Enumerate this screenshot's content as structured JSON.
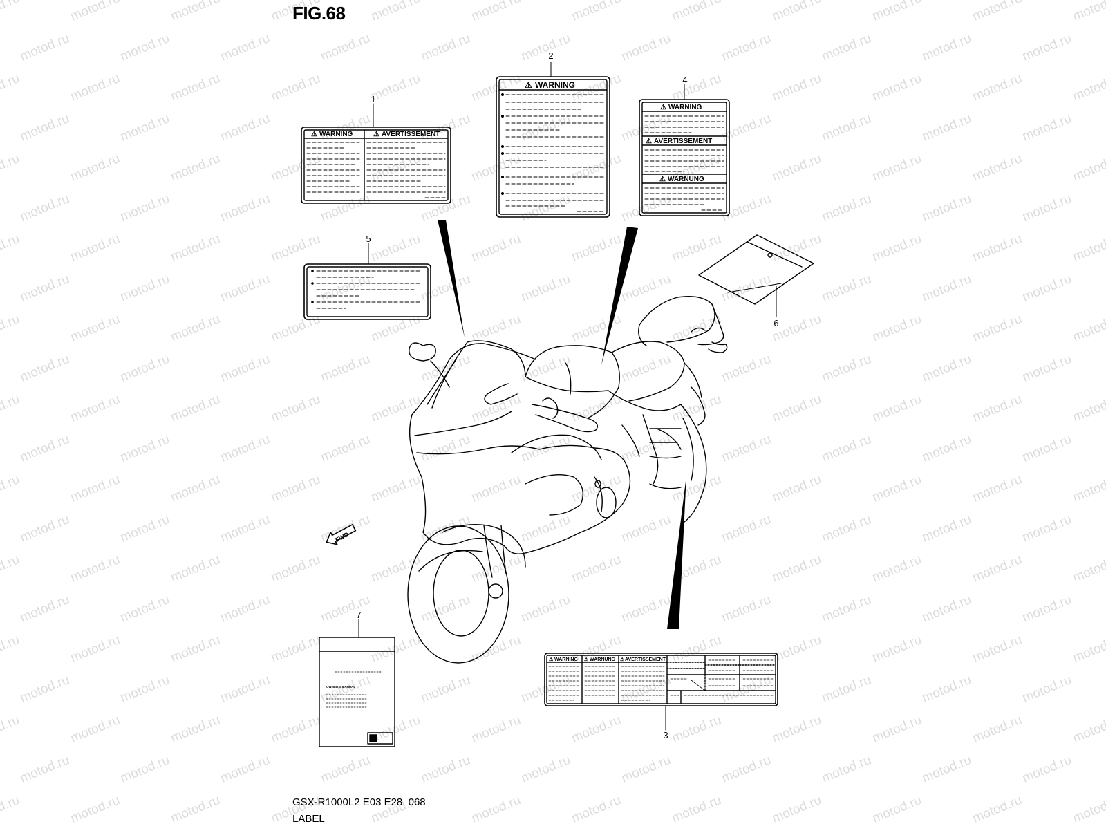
{
  "figure": {
    "title": "FIG.68",
    "code": "GSX-R1000L2 E03 E28_068",
    "name": "LABEL"
  },
  "watermark": {
    "text": "motod.ru",
    "color": "#dcdcdc"
  },
  "callouts": [
    "1",
    "2",
    "3",
    "4",
    "5",
    "6",
    "7"
  ],
  "labels": {
    "warning": "WARNING",
    "avertissement": "AVERTISSEMENT",
    "warnung": "WARNUNG",
    "owners_manual": "OWNER'S MANUAL"
  },
  "fwd_arrow": "FWD",
  "icons": {
    "warning_triangle": "warning-triangle-icon"
  }
}
